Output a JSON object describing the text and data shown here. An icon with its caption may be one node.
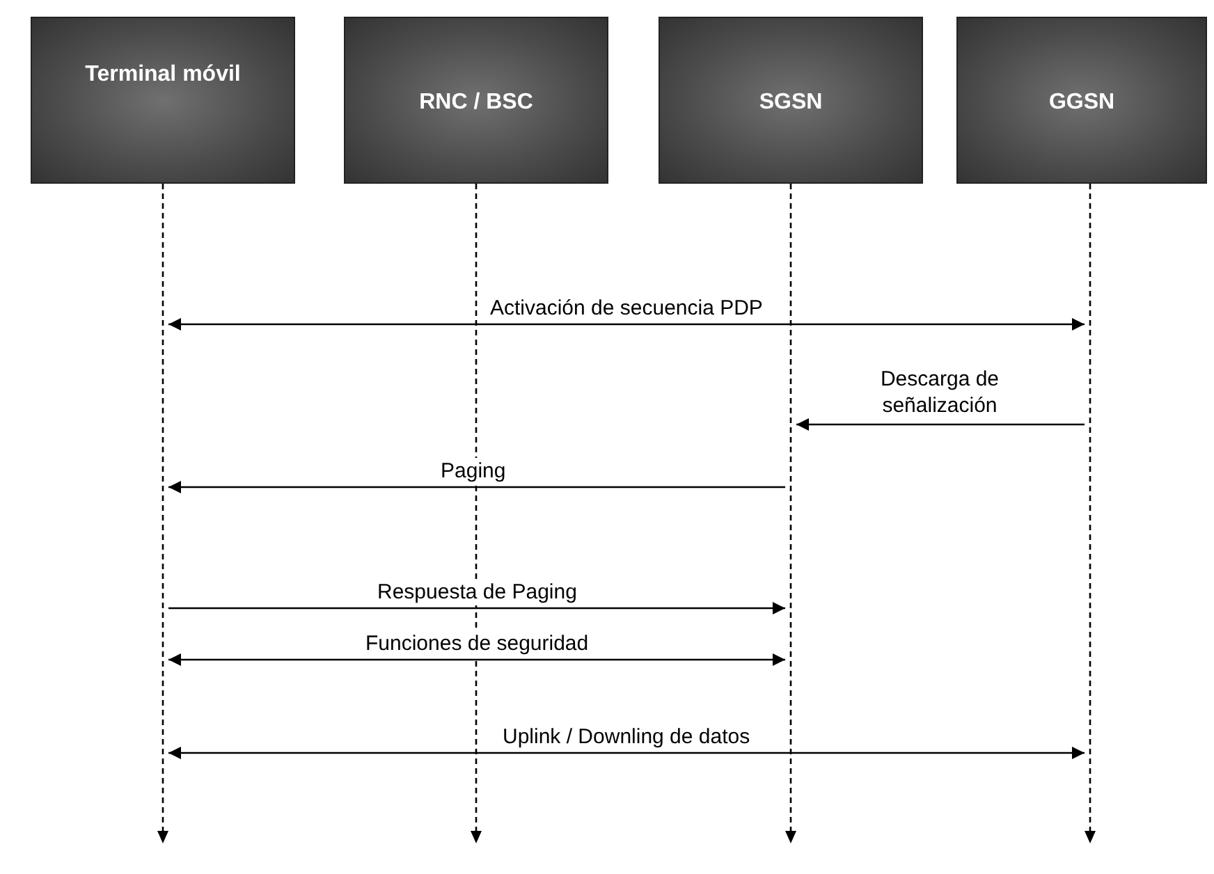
{
  "diagram": {
    "nodes": [
      {
        "text": [
          "Terminal móvil"
        ]
      },
      {
        "text": [
          "RNC / BSC"
        ]
      },
      {
        "text": [
          "SGSN"
        ]
      },
      {
        "text": [
          "GGSN"
        ]
      },
      {
        "text": [],
        "shape": "line"
      },
      {
        "text": [],
        "shape": "line"
      },
      {
        "text": [],
        "shape": "line"
      },
      {
        "text": [],
        "shape": "line"
      }
    ],
    "edges": [
      {
        "from": 4,
        "to": 7,
        "arrow": "both",
        "label": "Activación de secuencia PDP"
      },
      {
        "from": 7,
        "to": 6,
        "arrow": "to",
        "label": "Descarga de señalización"
      },
      {
        "from": 6,
        "to": 4,
        "arrow": "to",
        "label": "Paging"
      },
      {
        "from": 4,
        "to": 6,
        "arrow": "to",
        "label": "Respuesta de Paging"
      },
      {
        "from": 4,
        "to": 6,
        "arrow": "both",
        "label": "Funciones de seguridad"
      },
      {
        "from": 4,
        "to": 7,
        "arrow": "both",
        "label": "Uplink / Downling de datos"
      }
    ]
  }
}
